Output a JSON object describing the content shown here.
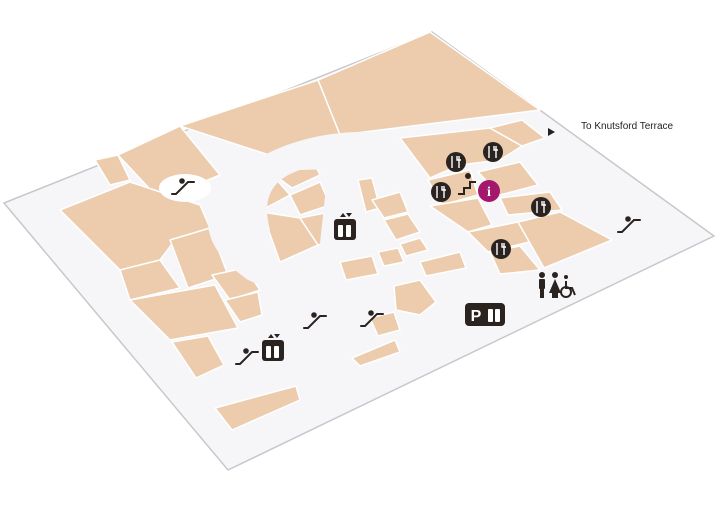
{
  "map": {
    "direction_label": "To Knutsford Terrace",
    "colors": {
      "floor": "#f6f5f8",
      "floor_edge": "#c9c7cc",
      "shop": "#ecccad",
      "shop_line": "#ffffff",
      "icon_dark": "#2a2320",
      "info": "#a3176d"
    },
    "amenities": [
      {
        "type": "dining",
        "icon": "fork-knife-icon"
      },
      {
        "type": "dining",
        "icon": "fork-knife-icon"
      },
      {
        "type": "dining",
        "icon": "fork-knife-icon"
      },
      {
        "type": "dining",
        "icon": "fork-knife-icon"
      },
      {
        "type": "dining",
        "icon": "fork-knife-icon"
      },
      {
        "type": "information",
        "icon": "info-icon",
        "label": "i"
      },
      {
        "type": "escalator",
        "icon": "escalator-icon"
      },
      {
        "type": "lift",
        "icon": "lift-icon"
      },
      {
        "type": "parking-lift",
        "icon": "parking-lift-icon",
        "label": "P"
      },
      {
        "type": "toilets",
        "icon": "toilet-icon"
      },
      {
        "type": "accessible-toilet",
        "icon": "wheelchair-icon"
      }
    ]
  }
}
